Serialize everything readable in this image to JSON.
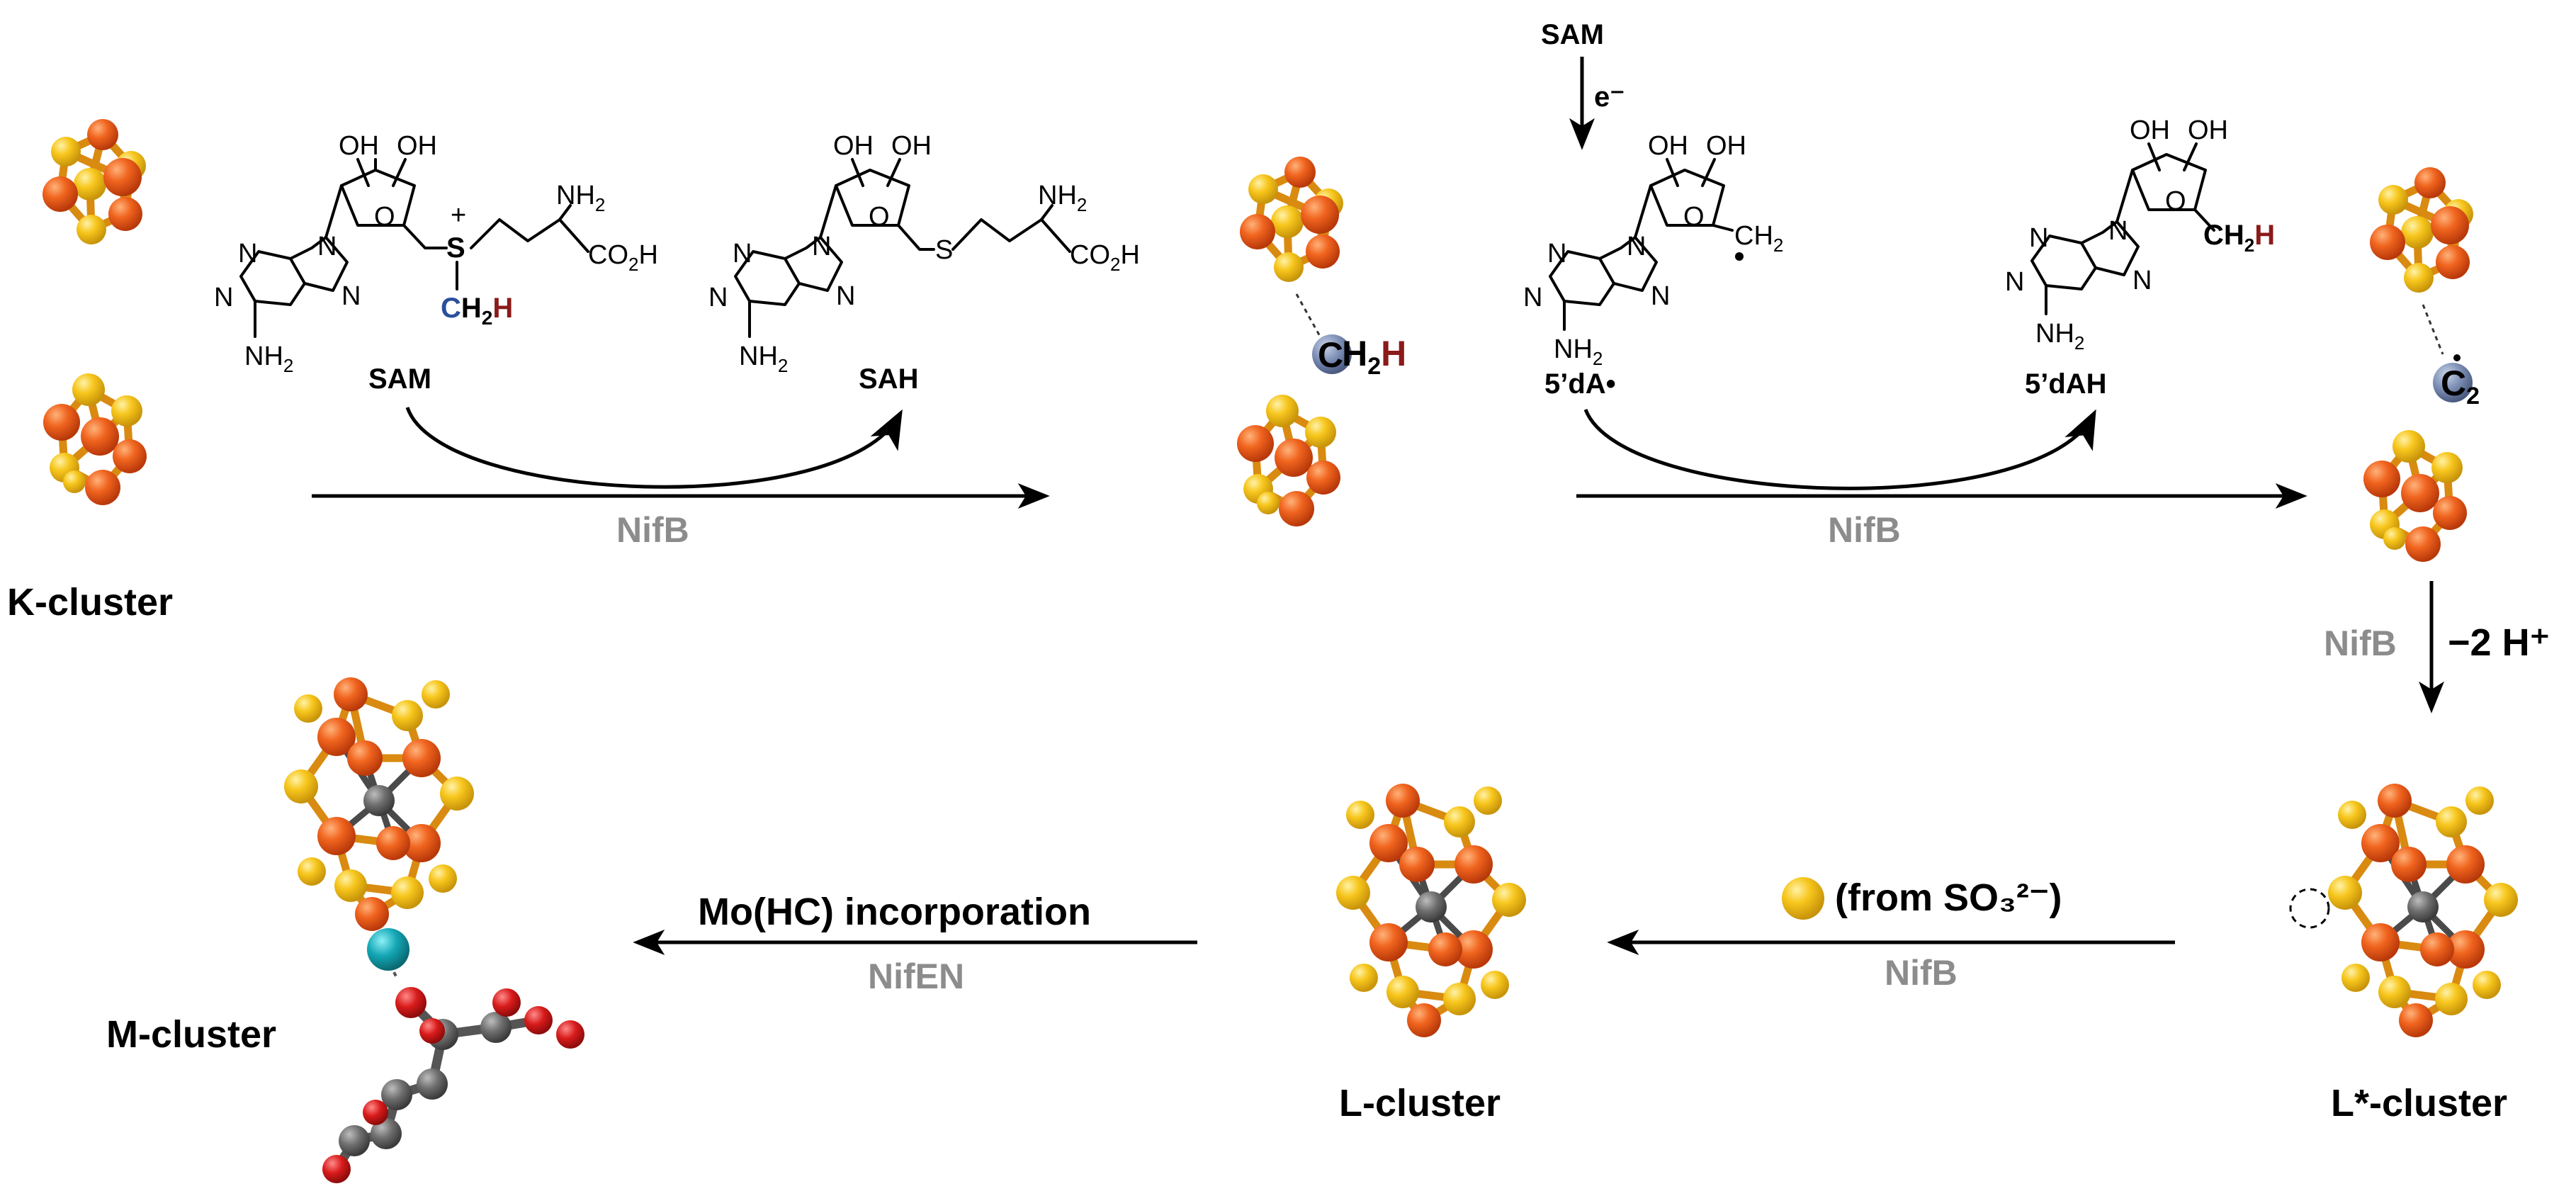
{
  "colors": {
    "iron": "#e8541a",
    "sulfur": "#f7c61c",
    "carbon": "#6e6e6e",
    "oxygen": "#d81b1b",
    "molybdenum": "#14a7b5",
    "methyl_carbon": "#2a4f9c",
    "hydrogen_highlight": "#8b1a1a",
    "enzyme_label": "#8c8c8c"
  },
  "clusters": {
    "k": "K-cluster",
    "l_star": "L*-cluster",
    "l": "L-cluster",
    "m": "M-cluster"
  },
  "molecules": {
    "sam": "SAM",
    "sah": "SAH",
    "dA_radical": "5’dA•",
    "dAH": "5’dAH",
    "sam_top": "SAM"
  },
  "enzymes": {
    "step1": "NifB",
    "step2": "NifB",
    "step3": "NifB",
    "step4": "NifB",
    "step5": "NifEN"
  },
  "annotations": {
    "electron": "e⁻",
    "proton_loss": "−2 H⁺",
    "sulfur_source": "(from SO₃²⁻)",
    "mo_incorporation": "Mo(HC) incorporation"
  },
  "atoms": {
    "oh1": "OH",
    "oh2": "OH",
    "o": "O",
    "s_plus": "S",
    "plus": "+",
    "nh2": "NH",
    "sub2": "2",
    "co2h": "CO",
    "h": "H",
    "n": "N",
    "ch2": "CH",
    "c": "C"
  },
  "icons": [
    "sulfur-atom-icon",
    "vacancy-circle-icon"
  ]
}
